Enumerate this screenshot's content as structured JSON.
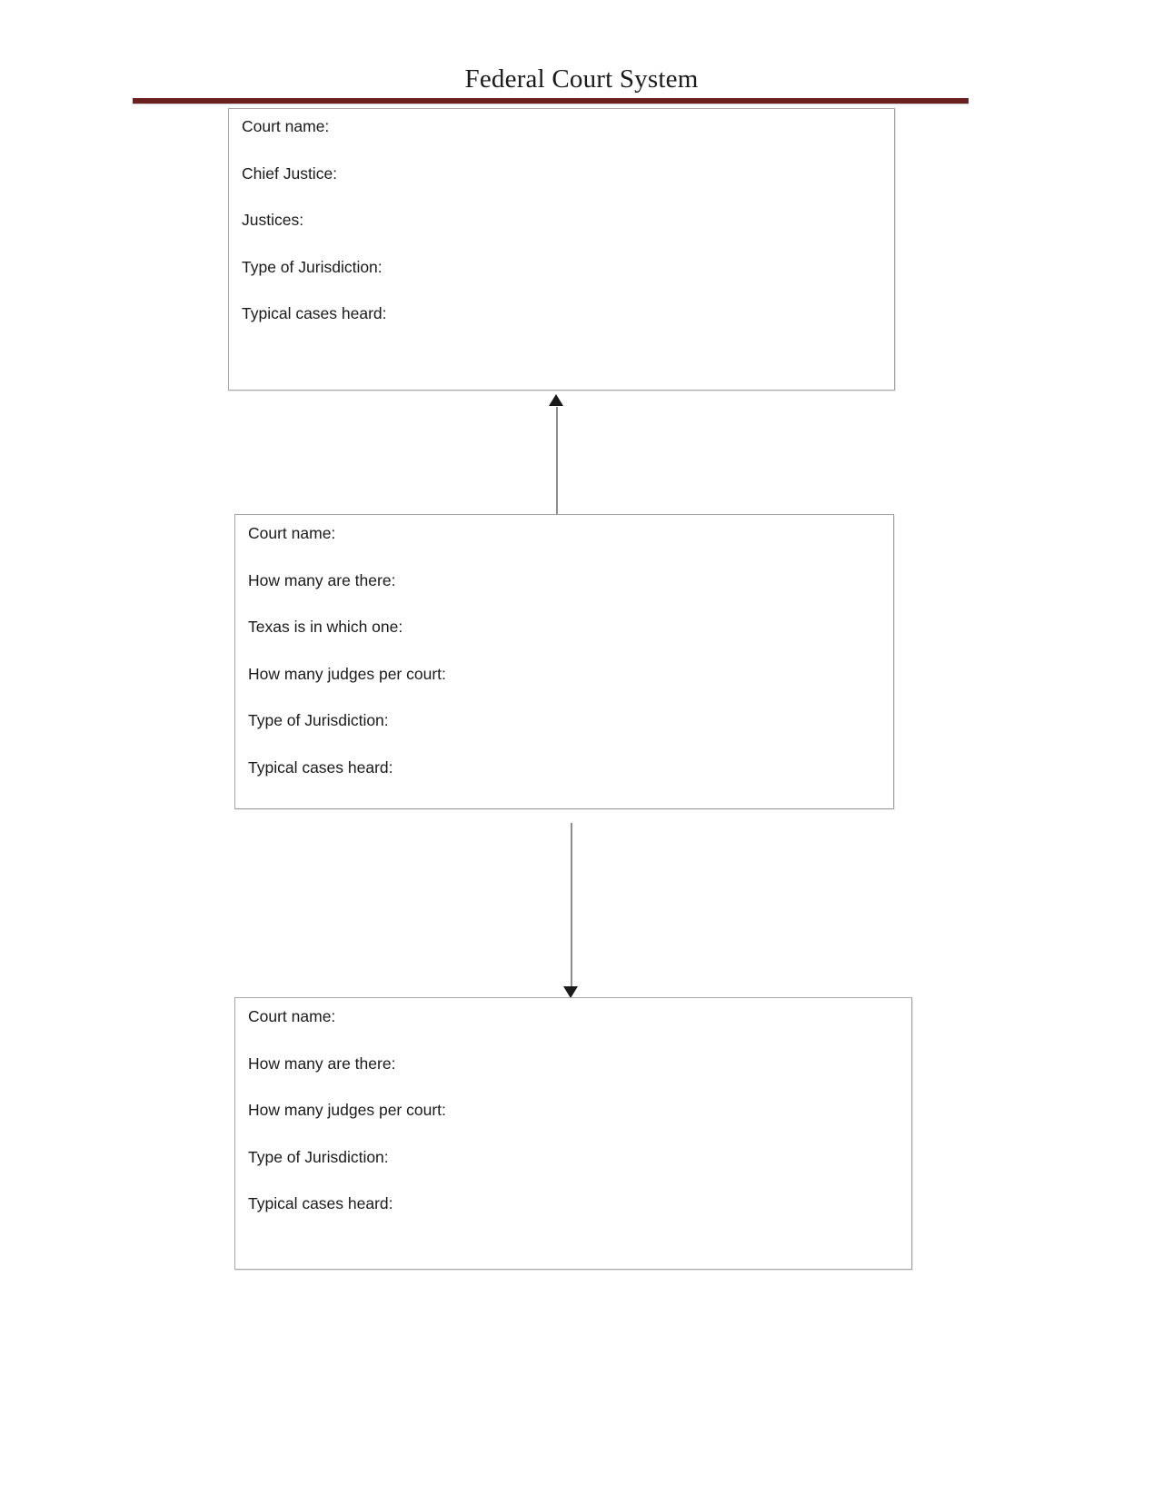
{
  "document": {
    "title": "Federal Court System",
    "rule_color": "#6B2020",
    "box_border_color": "#A6A6A6",
    "text_color": "#1A1A1A",
    "arrow_color": "#8C8C8C"
  },
  "boxes": [
    {
      "id": "supreme-court",
      "fields": [
        "Court name:",
        "Chief Justice:",
        "Justices:",
        "Type of Jurisdiction:",
        "Typical cases heard:"
      ]
    },
    {
      "id": "courts-of-appeals",
      "fields": [
        "Court name:",
        "How many are there:",
        "Texas is in which one:",
        "How many judges per court:",
        "Type of Jurisdiction:",
        "Typical cases heard:"
      ]
    },
    {
      "id": "district-courts",
      "fields": [
        "Court name:",
        "How many are there:",
        "How many judges per court:",
        "Type of Jurisdiction:",
        "Typical cases heard:"
      ]
    }
  ],
  "arrows": [
    {
      "id": "arrow-appeals-to-supreme",
      "direction": "up"
    },
    {
      "id": "arrow-appeals-to-district",
      "direction": "down"
    }
  ]
}
